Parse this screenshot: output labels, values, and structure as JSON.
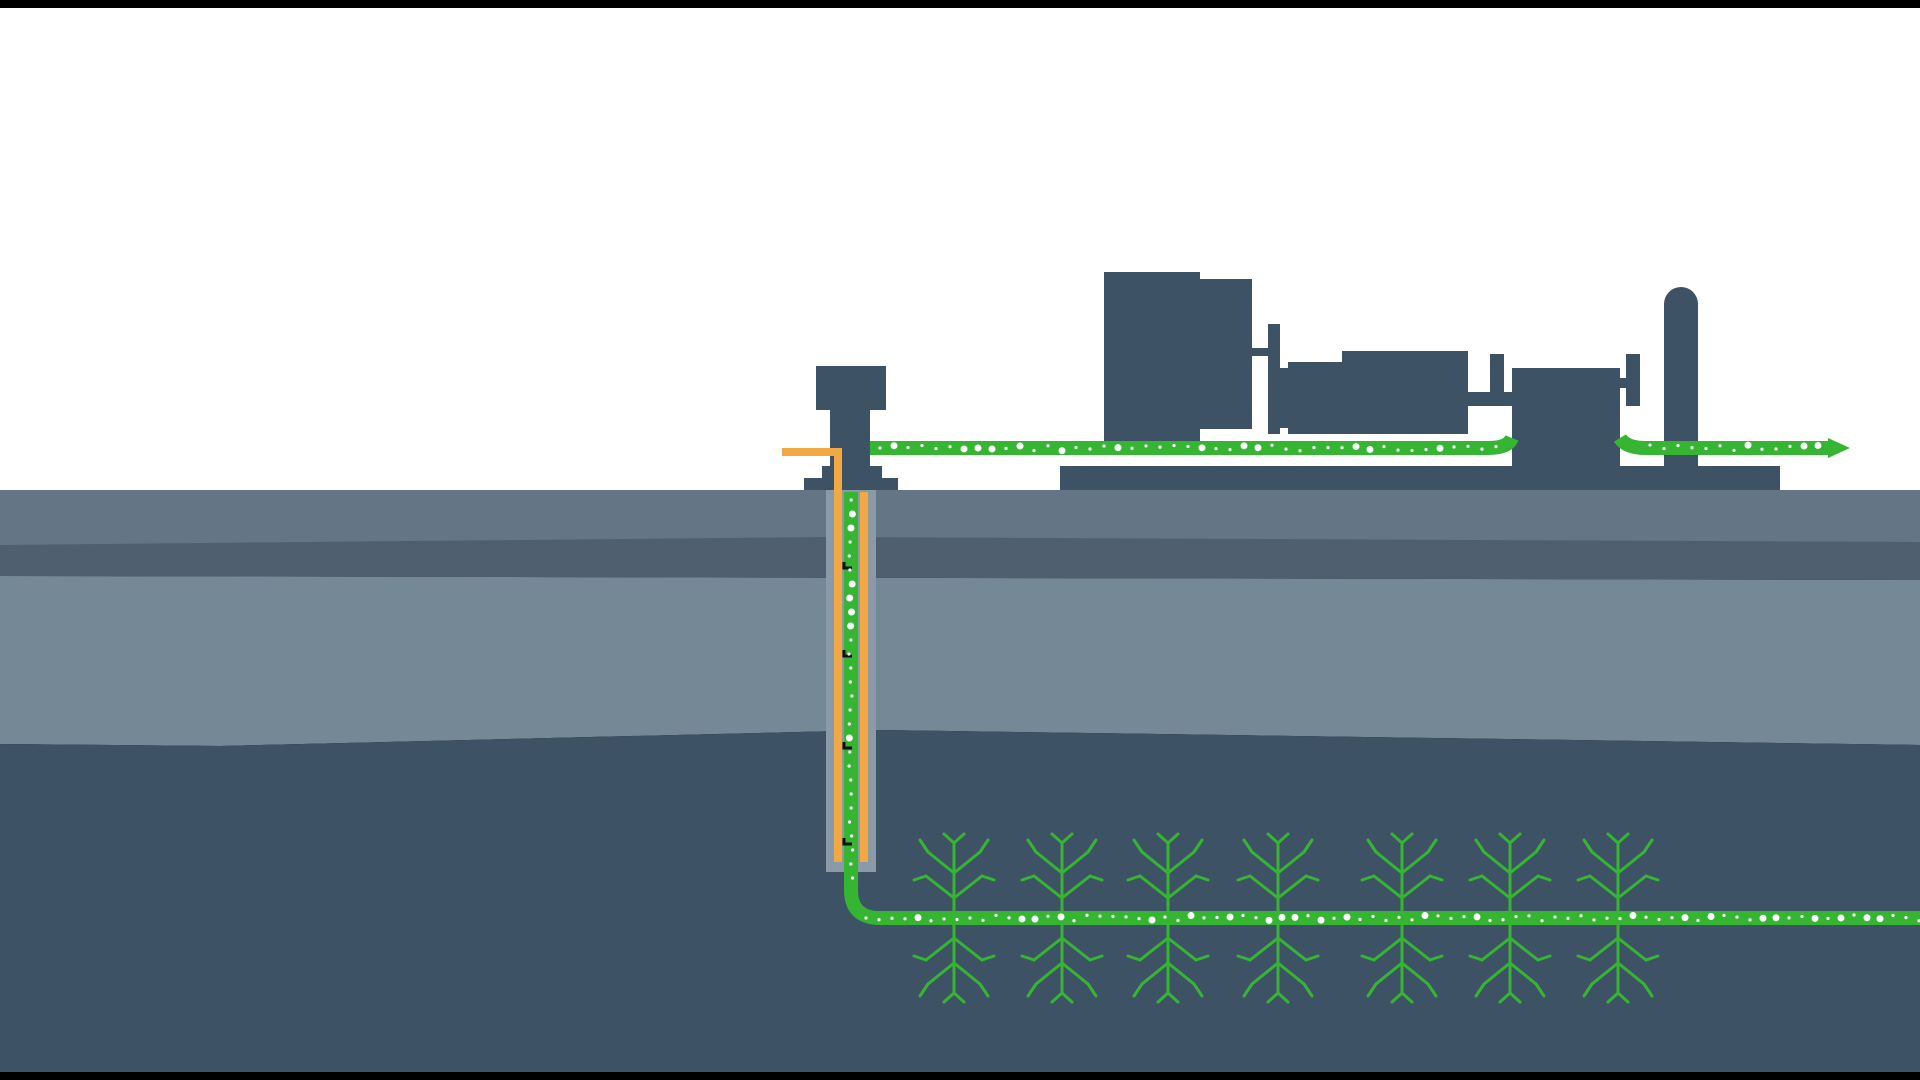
{
  "diagram": {
    "type": "well-cross-section",
    "palette": {
      "sky": "#ffffff",
      "letterbox": "#000000",
      "ground_top": "#647585",
      "ground_band": "#505f70",
      "ground_mid": "#758896",
      "ground_deep": "#3e5266",
      "equipment": "#3e5266",
      "casing": "#f2a843",
      "casing_gray": "#8a9aa8",
      "flow": "#35b532",
      "bubble": "#ffffff"
    },
    "elements": {
      "wellhead": "wellhead",
      "surface_line": "surface-flow-line",
      "vertical_well": "vertical-wellbore",
      "horizontal_well": "horizontal-wellbore",
      "fractures": 7
    }
  }
}
